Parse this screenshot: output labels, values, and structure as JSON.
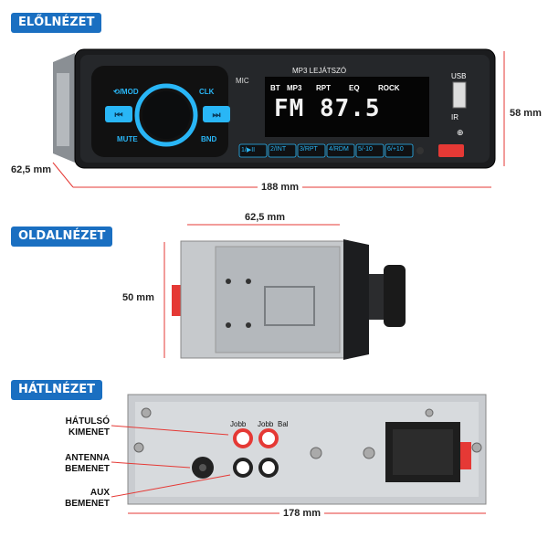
{
  "sections": {
    "front": "ELŐLNÉZET",
    "side": "OLDALNÉZET",
    "back": "HÁTLNÉZET"
  },
  "front": {
    "mic": "MIC",
    "display_title": "MP3 LEJÁTSZÓ",
    "display_icons": [
      "BT",
      "MP3",
      "RPT",
      "EQ",
      "ROCK"
    ],
    "display_text": "FM  87.5",
    "usb": "USB",
    "ir": "IR",
    "knob_labels": {
      "mod": "⟲/MOD",
      "clk": "CLK",
      "mute": "MUTE",
      "bnd": "BND"
    },
    "presets": [
      "1/▶II",
      "2/INT",
      "3/RPT",
      "4/RDM",
      "5/-10",
      "6/+10"
    ]
  },
  "dimensions": {
    "front_width": "188 mm",
    "front_height": "58 mm",
    "front_depth": "62,5 mm",
    "side_depth": "62,5 mm",
    "side_height": "50 mm",
    "back_width": "178 mm"
  },
  "back": {
    "rca_labels": [
      "Jobb",
      "Jobb",
      "Bal"
    ],
    "callouts": {
      "rear_out": "HÁTULSÓ\nKIMENET",
      "antenna": "ANTENNA\nBEMENET",
      "aux": "AUX\nBEMENET"
    }
  },
  "colors": {
    "accent": "#1a6fc1",
    "led": "#29b6f6",
    "usb_red": "#e53935",
    "dim_line": "#e53935"
  }
}
